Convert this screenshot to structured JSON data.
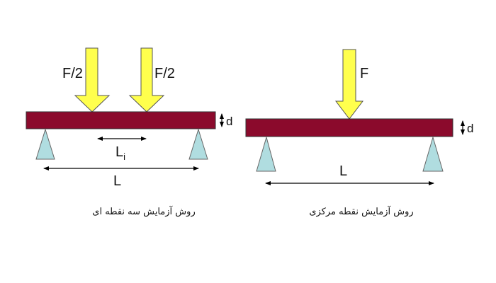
{
  "colors": {
    "beam": "#8b0a2c",
    "arrow": "#ffff4d",
    "support": "#b0dde0",
    "line": "#000000"
  },
  "three_point": {
    "force_left_label": "F/2",
    "force_right_label": "F/2",
    "inner_span_label": "L",
    "inner_span_subscript": "i",
    "span_label": "L",
    "thickness_label": "d",
    "caption": "روش آزمایش سه نقطه ای"
  },
  "center_point": {
    "force_label": "F",
    "span_label": "L",
    "thickness_label": "d",
    "caption": "روش آزمایش نقطه مرکزی"
  }
}
